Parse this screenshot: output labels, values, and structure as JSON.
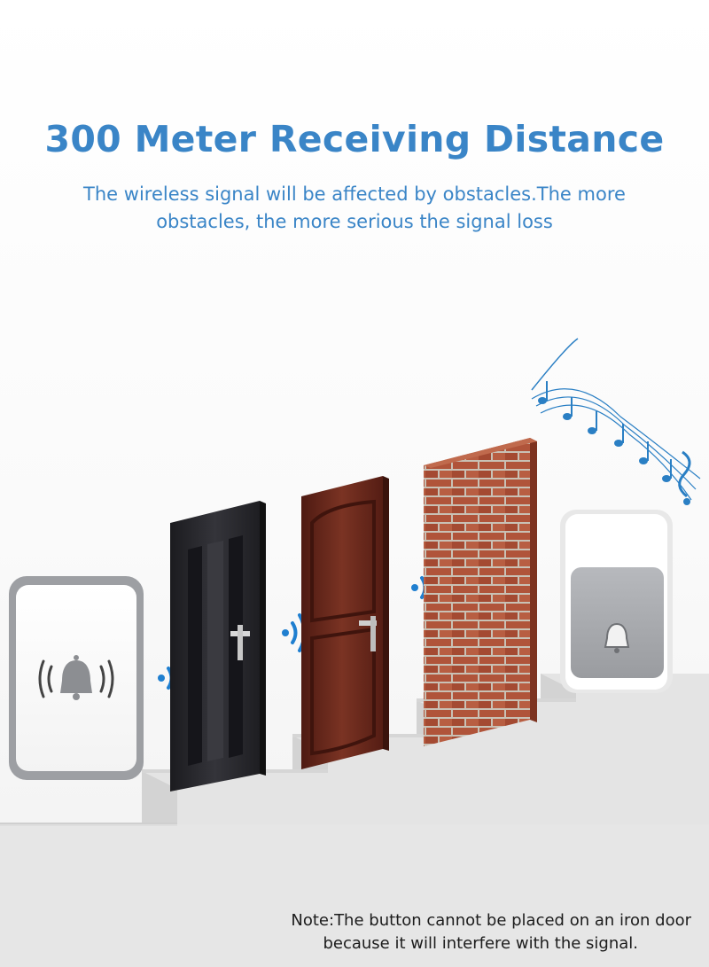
{
  "heading": {
    "title": "300 Meter Receiving Distance",
    "subtitle": "The wireless signal will be affected by obstacles.The more obstacles, the more serious the signal loss"
  },
  "note": {
    "line1": "Note:The button cannot be placed on an iron door",
    "line2": "because it will interfere with the signal."
  },
  "colors": {
    "accent_blue": "#3a85c7",
    "text_dark": "#1c1c1c",
    "brick": "#b0543a",
    "wood_door": "#6b2a1d",
    "black_door": "#222226"
  },
  "icons": [
    "bell-icon",
    "signal-wave-icon",
    "music-notes-icon"
  ]
}
